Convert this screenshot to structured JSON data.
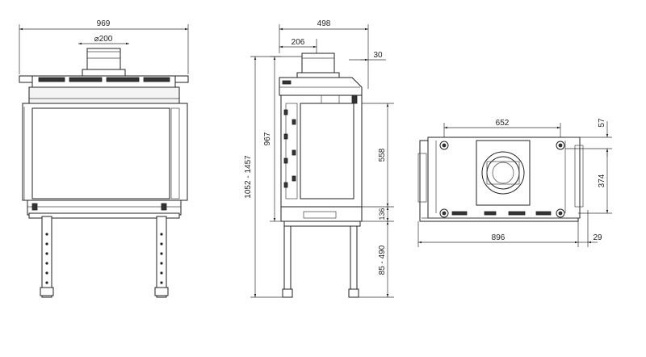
{
  "dimensions": {
    "front_width": "969",
    "flue_diameter": "⌀200",
    "side_depth": "498",
    "side_flue_offset": "206",
    "side_top_offset": "30",
    "side_body_height": "967",
    "side_total_height": "1052 - 1457",
    "side_door_height": "558",
    "side_base_height": "136",
    "side_leg_range": "85 - 490",
    "top_spacing": "652",
    "top_back_offset": "57",
    "top_depth": "374",
    "top_width": "896",
    "top_side_offset": "29"
  }
}
